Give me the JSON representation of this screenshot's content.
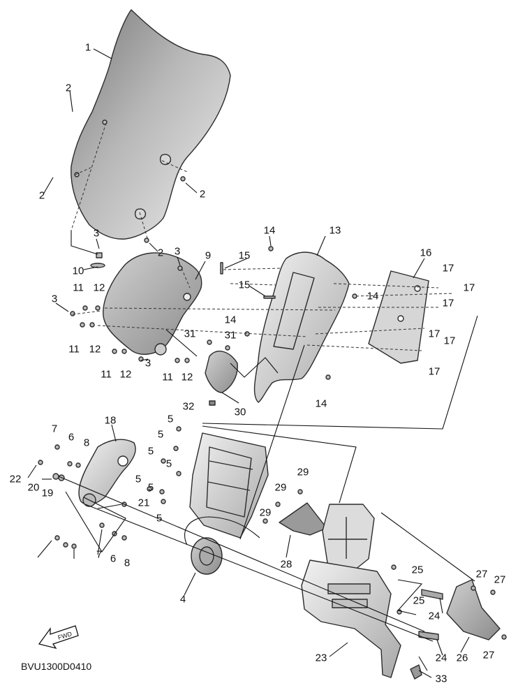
{
  "diagram_code": "BVU1300D0410",
  "fwd_label": "FWD",
  "callouts": [
    "1",
    "2",
    "2",
    "2",
    "2",
    "3",
    "3",
    "3",
    "3",
    "4",
    "5",
    "5",
    "5",
    "5",
    "5",
    "5",
    "5",
    "6",
    "6",
    "7",
    "7",
    "8",
    "8",
    "9",
    "10",
    "11",
    "11",
    "11",
    "11",
    "12",
    "12",
    "12",
    "12",
    "13",
    "14",
    "14",
    "14",
    "14",
    "15",
    "15",
    "16",
    "17",
    "17",
    "17",
    "17",
    "17",
    "17",
    "18",
    "19",
    "20",
    "21",
    "22",
    "23",
    "24",
    "24",
    "25",
    "25",
    "26",
    "27",
    "27",
    "27",
    "28",
    "29",
    "29",
    "29",
    "30",
    "31",
    "31",
    "32",
    "33"
  ]
}
